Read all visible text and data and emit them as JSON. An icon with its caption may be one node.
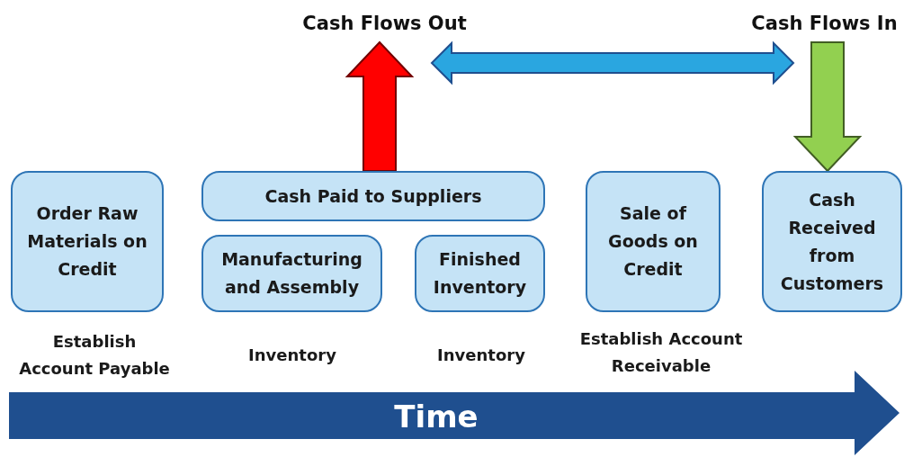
{
  "diagram": {
    "nodes": [
      {
        "text": [
          "Order Raw Materials on Credit"
        ]
      },
      {
        "text": [
          "Cash Paid to Suppliers"
        ]
      },
      {
        "text": [
          "Manufacturing and Assembly"
        ]
      },
      {
        "text": [
          "Finished Inventory"
        ]
      },
      {
        "text": [
          "Sale of Goods on Credit"
        ]
      },
      {
        "text": [
          "Cash Received from Customers"
        ]
      },
      {
        "text": [
          "Cash Flows Out"
        ]
      },
      {
        "text": [
          "Cash Flows In"
        ]
      },
      {
        "text": [
          "Time"
        ]
      }
    ],
    "labels": [
      "Establish Account Payable",
      "Inventory",
      "Inventory",
      "Establish Account Receivable"
    ],
    "edges": [
      {
        "from": 1,
        "to": 6,
        "arrow": "to",
        "style": "thick",
        "color": "#ff0000"
      },
      {
        "from": 7,
        "to": 5,
        "arrow": "to",
        "style": "thick",
        "color": "#92d050"
      }
    ]
  }
}
